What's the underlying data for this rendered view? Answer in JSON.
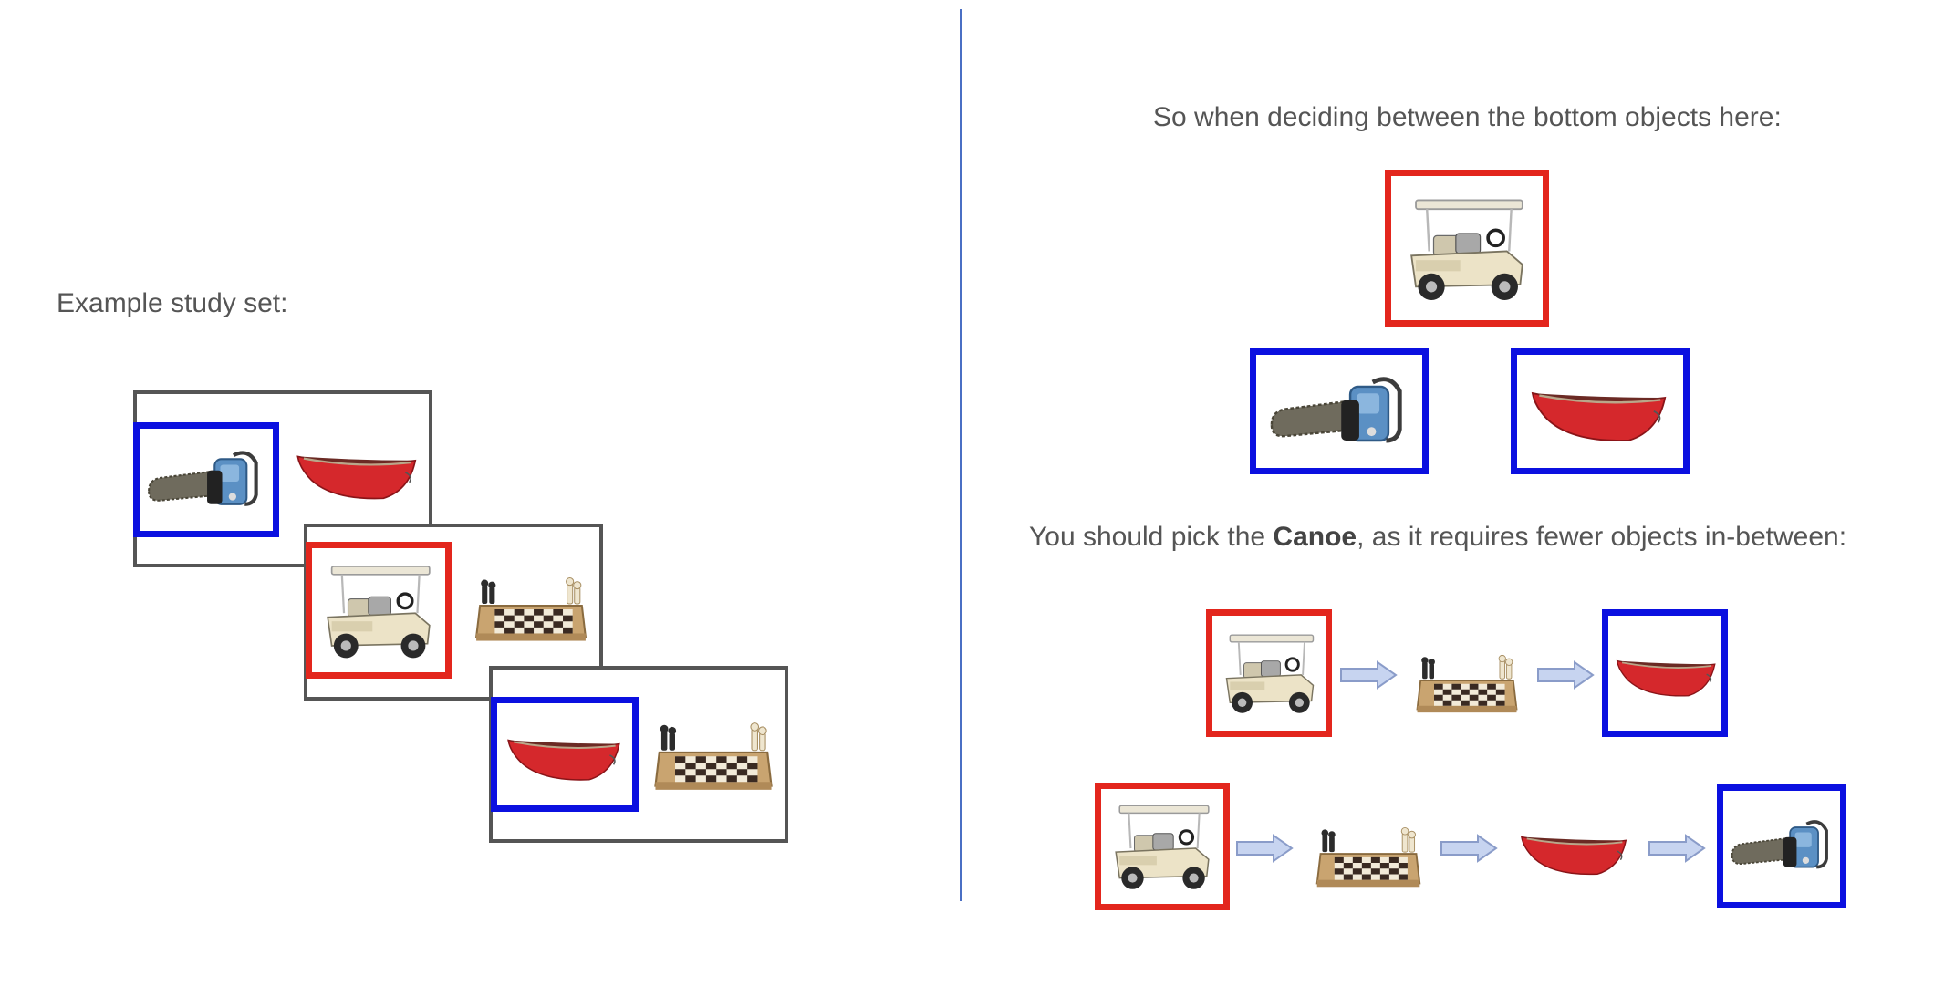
{
  "left_panel": {
    "heading": "Example study set:"
  },
  "right_panel": {
    "question_text": "So when deciding between the bottom objects here:",
    "answer_prefix": "You should pick the ",
    "answer_choice": "Canoe",
    "answer_suffix": ", as it requires fewer objects in-between:"
  },
  "colors": {
    "probe_frame": "#e3261d",
    "choice_frame": "#0b10e0",
    "card_frame": "#555555",
    "divider": "#4a6fc4",
    "arrow_fill": "#c7d4f0",
    "arrow_stroke": "#8a9cc9"
  },
  "objects": [
    "golf-cart",
    "chainsaw",
    "canoe",
    "chessboard"
  ],
  "study_pairs": [
    [
      "chainsaw",
      "canoe"
    ],
    [
      "golf-cart",
      "chessboard"
    ],
    [
      "canoe",
      "chessboard"
    ]
  ],
  "paths": [
    [
      "golf-cart",
      "chessboard",
      "canoe"
    ],
    [
      "golf-cart",
      "chessboard",
      "canoe",
      "chainsaw"
    ]
  ]
}
